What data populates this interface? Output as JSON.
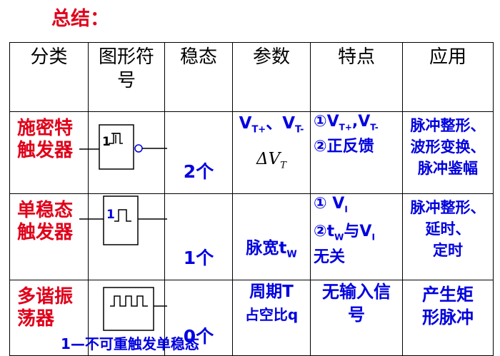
{
  "title": "总结：",
  "headers": [
    "分类",
    "图形符号",
    "稳态",
    "参数",
    "特点",
    "应用"
  ],
  "rows": [
    {
      "name_l1": "施密特",
      "name_l2": "触发器",
      "symbol_label": "1",
      "steady": "2个",
      "param_l1": "V",
      "param_sub1": "T+",
      "param_sep": "、V",
      "param_sub2": "T-",
      "param_l2": "ΔV",
      "param_l2_sub": "T",
      "feat_l1": "①V",
      "feat_l1_sub1": "T+",
      "feat_l1_mid": ",V",
      "feat_l1_sub2": "T-",
      "feat_l2": "②正反馈",
      "app_l1": "脉冲整形、",
      "app_l2": "波形变换、",
      "app_l3": "脉冲鉴幅"
    },
    {
      "name_l1": "单稳态",
      "name_l2": "触发器",
      "symbol_label": "1",
      "steady": "1个",
      "param_text": "脉宽t",
      "param_sub": "W",
      "feat_l1": "① V",
      "feat_l1_sub": "I",
      "feat_l2a": "②t",
      "feat_l2_sub1": "W",
      "feat_l2b": "与V",
      "feat_l2_sub2": "I",
      "feat_l3": "无关",
      "app_l1": "脉冲整形、",
      "app_l2": "延时、",
      "app_l3": "定时"
    },
    {
      "name_l1": "多谐振",
      "name_l2": "荡器",
      "steady": "0个",
      "param_l1": "周期T",
      "param_l2": "占空比q",
      "feat_l1": "无输入信",
      "feat_l2": "号",
      "app_l1": "产生矩",
      "app_l2": "形脉冲"
    }
  ],
  "footnote": "1—不可重触发单稳态",
  "colors": {
    "red": "#e0001a",
    "blue": "#0000e0",
    "border": "#000000"
  }
}
